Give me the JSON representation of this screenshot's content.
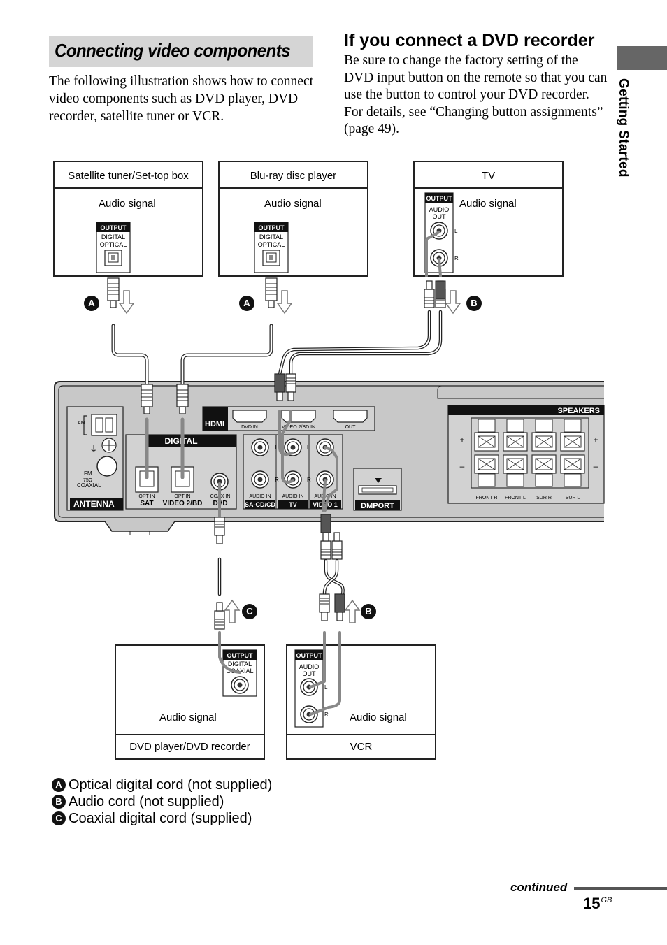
{
  "section_title": "Connecting video components",
  "intro_text": "The following illustration shows how to connect video components such as DVD player, DVD recorder, satellite tuner or VCR.",
  "dvd_recorder": {
    "heading": "If you connect a DVD recorder",
    "body": "Be sure to change the factory setting of the DVD input button on the remote so that you can use the button to control your DVD recorder. For details, see “Changing button assignments” (page 49)."
  },
  "side_tab_label": "Getting Started",
  "devices": {
    "satellite": {
      "title": "Satellite tuner/Set-top box",
      "signal": "Audio signal",
      "port_head": "OUTPUT",
      "port_l1": "DIGITAL",
      "port_l2": "OPTICAL"
    },
    "bluray": {
      "title": "Blu-ray disc player",
      "signal": "Audio signal",
      "port_head": "OUTPUT",
      "port_l1": "DIGITAL",
      "port_l2": "OPTICAL"
    },
    "tv": {
      "title": "TV",
      "signal": "Audio signal",
      "port_head": "OUTPUT",
      "port_l1": "AUDIO",
      "port_l2": "OUT",
      "left": "L",
      "right": "R"
    },
    "dvd": {
      "title": "DVD player/DVD recorder",
      "signal": "Audio signal",
      "port_head": "OUTPUT",
      "port_l1": "DIGITAL",
      "port_l2": "COAXIAL"
    },
    "vcr": {
      "title": "VCR",
      "signal": "Audio signal",
      "port_head": "OUTPUT",
      "port_l1": "AUDIO",
      "port_l2": "OUT",
      "left": "L",
      "right": "R"
    }
  },
  "markers": {
    "a": "A",
    "b": "B",
    "c": "C"
  },
  "receiver": {
    "antenna": "ANTENNA",
    "am": "AM",
    "fm_l1": "FM",
    "fm_l2": "75Ω",
    "fm_l3": "COAXIAL",
    "hdmi": "HDMI",
    "hdmi_dvd_in": "DVD IN",
    "hdmi_video2_in": "VIDEO 2/BD IN",
    "hdmi_out": "OUT",
    "digital": "DIGITAL",
    "opt_in_1": "OPT IN",
    "opt_in_2": "OPT IN",
    "coax_in": "COAX IN",
    "sat": "SAT",
    "video2bd": "VIDEO 2/BD",
    "dvd": "DVD",
    "audio_in_1": "AUDIO IN",
    "audio_in_2": "AUDIO IN",
    "audio_in_3": "AUDIO IN",
    "sacd": "SA-CD/CD",
    "tv": "TV",
    "video1": "VIDEO 1",
    "l": "L",
    "r": "R",
    "dmport": "DMPORT",
    "speakers": "SPEAKERS",
    "plus": "+",
    "minus": "–",
    "front_r": "FRONT R",
    "front_l": "FRONT L",
    "sur_r": "SUR R",
    "sur_l": "SUR L"
  },
  "legend": [
    {
      "marker": "A",
      "text": "Optical digital cord (not supplied)"
    },
    {
      "marker": "B",
      "text": "Audio cord (not supplied)"
    },
    {
      "marker": "C",
      "text": "Coaxial digital cord (supplied)"
    }
  ],
  "footer": {
    "continued": "continued",
    "page": "15",
    "page_suffix": "GB"
  }
}
